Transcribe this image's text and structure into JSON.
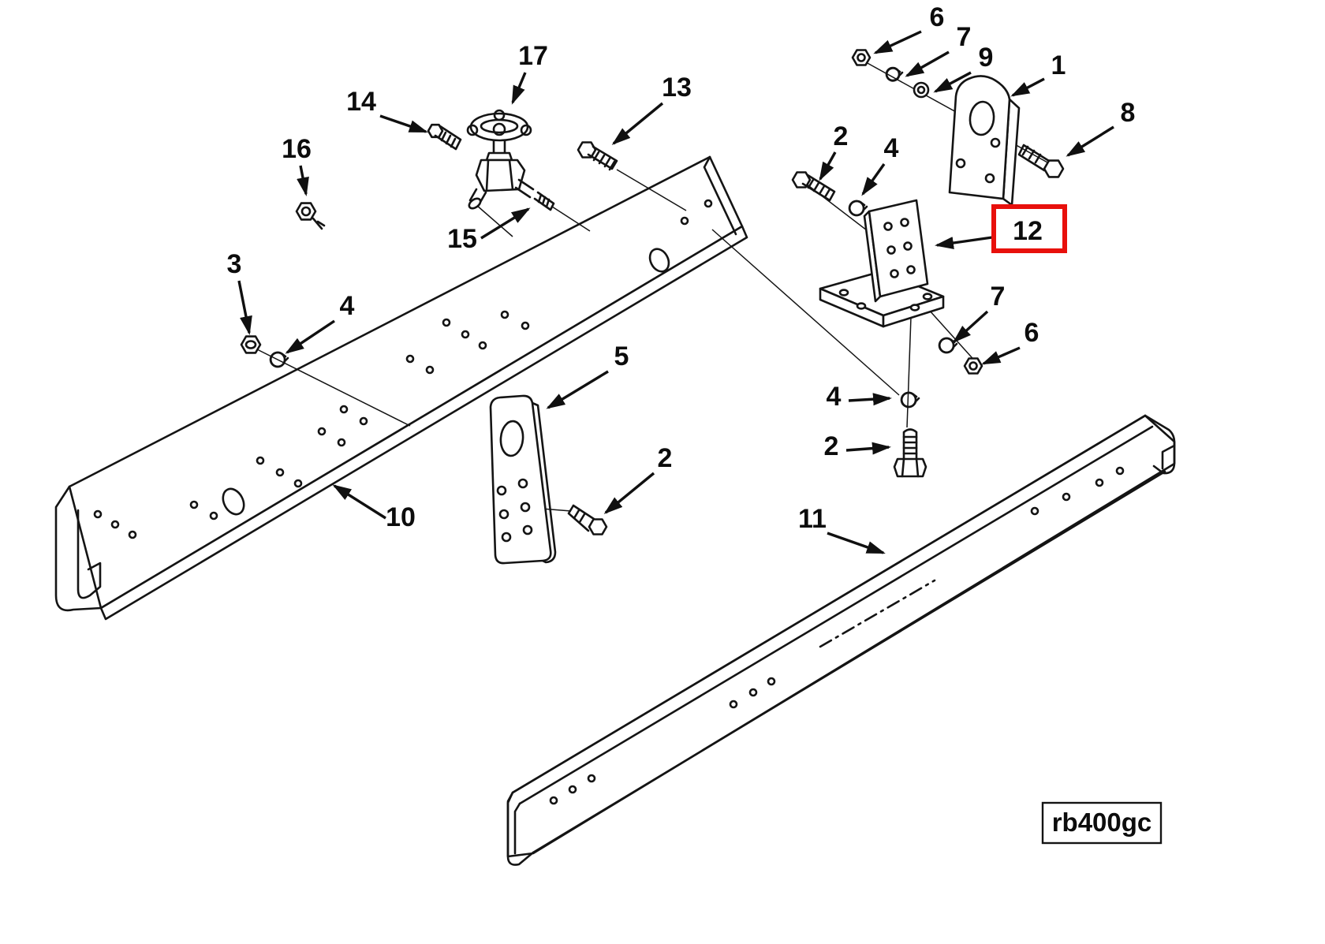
{
  "figure": {
    "code": "rb400gc"
  },
  "highlight": {
    "callout": "12",
    "color": "#e8100c"
  },
  "callouts": [
    {
      "label": "6",
      "target": "hex-nut-top"
    },
    {
      "label": "7",
      "target": "lock-washer-top"
    },
    {
      "label": "9",
      "target": "flat-washer"
    },
    {
      "label": "1",
      "target": "lifting-bracket"
    },
    {
      "label": "8",
      "target": "hex-bolt"
    },
    {
      "label": "17",
      "target": "valve"
    },
    {
      "label": "14",
      "target": "hex-bolt-small"
    },
    {
      "label": "13",
      "target": "hex-bolt"
    },
    {
      "label": "16",
      "target": "plug-nut"
    },
    {
      "label": "15",
      "target": "fitting"
    },
    {
      "label": "2",
      "target": "hex-bolt"
    },
    {
      "label": "4",
      "target": "lock-washer"
    },
    {
      "label": "12",
      "target": "angle-bracket",
      "highlighted": true
    },
    {
      "label": "3",
      "target": "hex-nut"
    },
    {
      "label": "4",
      "target": "lock-washer"
    },
    {
      "label": "5",
      "target": "tie-plate"
    },
    {
      "label": "7",
      "target": "lock-washer"
    },
    {
      "label": "6",
      "target": "hex-nut"
    },
    {
      "label": "4",
      "target": "lock-washer"
    },
    {
      "label": "2",
      "target": "hex-bolt-vertical"
    },
    {
      "label": "2",
      "target": "hex-bolt"
    },
    {
      "label": "10",
      "target": "frame-rail-upper"
    },
    {
      "label": "11",
      "target": "frame-rail-lower"
    }
  ]
}
